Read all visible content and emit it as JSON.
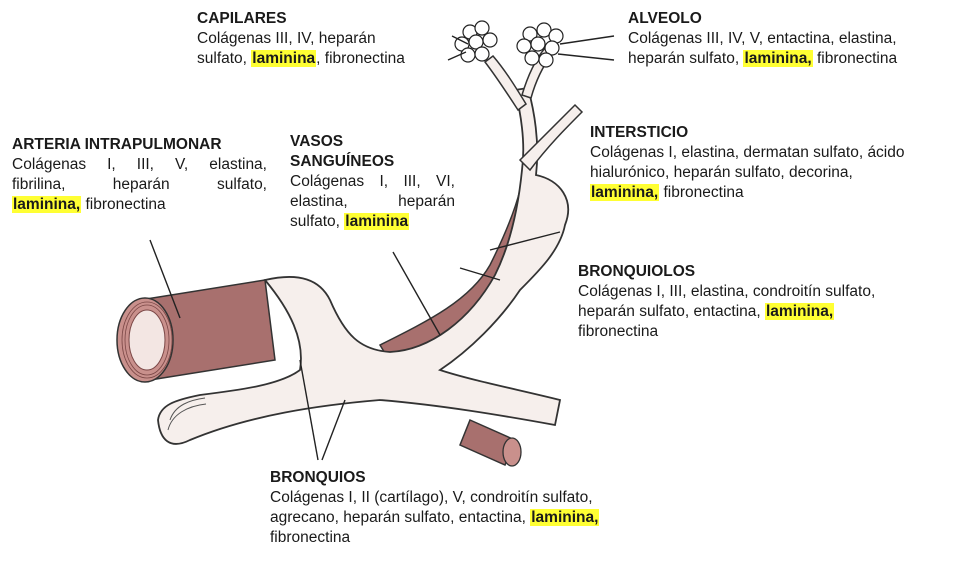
{
  "colors": {
    "vessel": "#a8706e",
    "vessel_dark": "#7b4746",
    "airway": "#f6efec",
    "outline": "#333333",
    "highlight": "#ffff33"
  },
  "labels": {
    "capilares": {
      "title": "CAPILARES",
      "lines": [
        "Colágenas III, IV, heparán"
      ],
      "pre": "sulfato, ",
      "hl": "laminina",
      "post": ", fibronectina"
    },
    "alveolo": {
      "title": "ALVEOLO",
      "lines": [
        "Colágenas III, IV, V, entactina, elastina,"
      ],
      "pre": "heparán sulfato, ",
      "hl": "laminina,",
      "post": " fibronectina"
    },
    "arteria": {
      "title": "ARTERIA INTRAPULMONAR",
      "lines": [
        "Colágenas I, III, V, elastina,",
        "fibrilina, heparán sulfato,"
      ],
      "pre": "",
      "hl": "laminina,",
      "post": " fibronectina"
    },
    "vasos": {
      "title_lines": [
        "VASOS",
        "SANGUÍNEOS"
      ],
      "lines": [
        "Colágenas I, III, VI,",
        "elastina, heparán"
      ],
      "pre": "sulfato, ",
      "hl": "laminina",
      "post": ""
    },
    "intersticio": {
      "title": "INTERSTICIO",
      "lines": [
        "Colágenas I, elastina, dermatan sulfato, ácido",
        "hialurónico, heparán sulfato, decorina,"
      ],
      "pre": "",
      "hl": "laminina,",
      "post": " fibronectina"
    },
    "bronquiolos": {
      "title": "BRONQUIOLOS",
      "lines": [
        "Colágenas I, III, elastina, condroitín sulfato,"
      ],
      "pre": "heparán sulfato, entactina, ",
      "hl": "laminina,",
      "post": "",
      "last": "fibronectina"
    },
    "bronquios": {
      "title": "BRONQUIOS",
      "lines": [
        "Colágenas I, II (cartílago), V, condroitín sulfato,"
      ],
      "pre": "agrecano, heparán sulfato, entactina, ",
      "hl": "laminina,",
      "post": "",
      "last": "fibronectina"
    }
  }
}
